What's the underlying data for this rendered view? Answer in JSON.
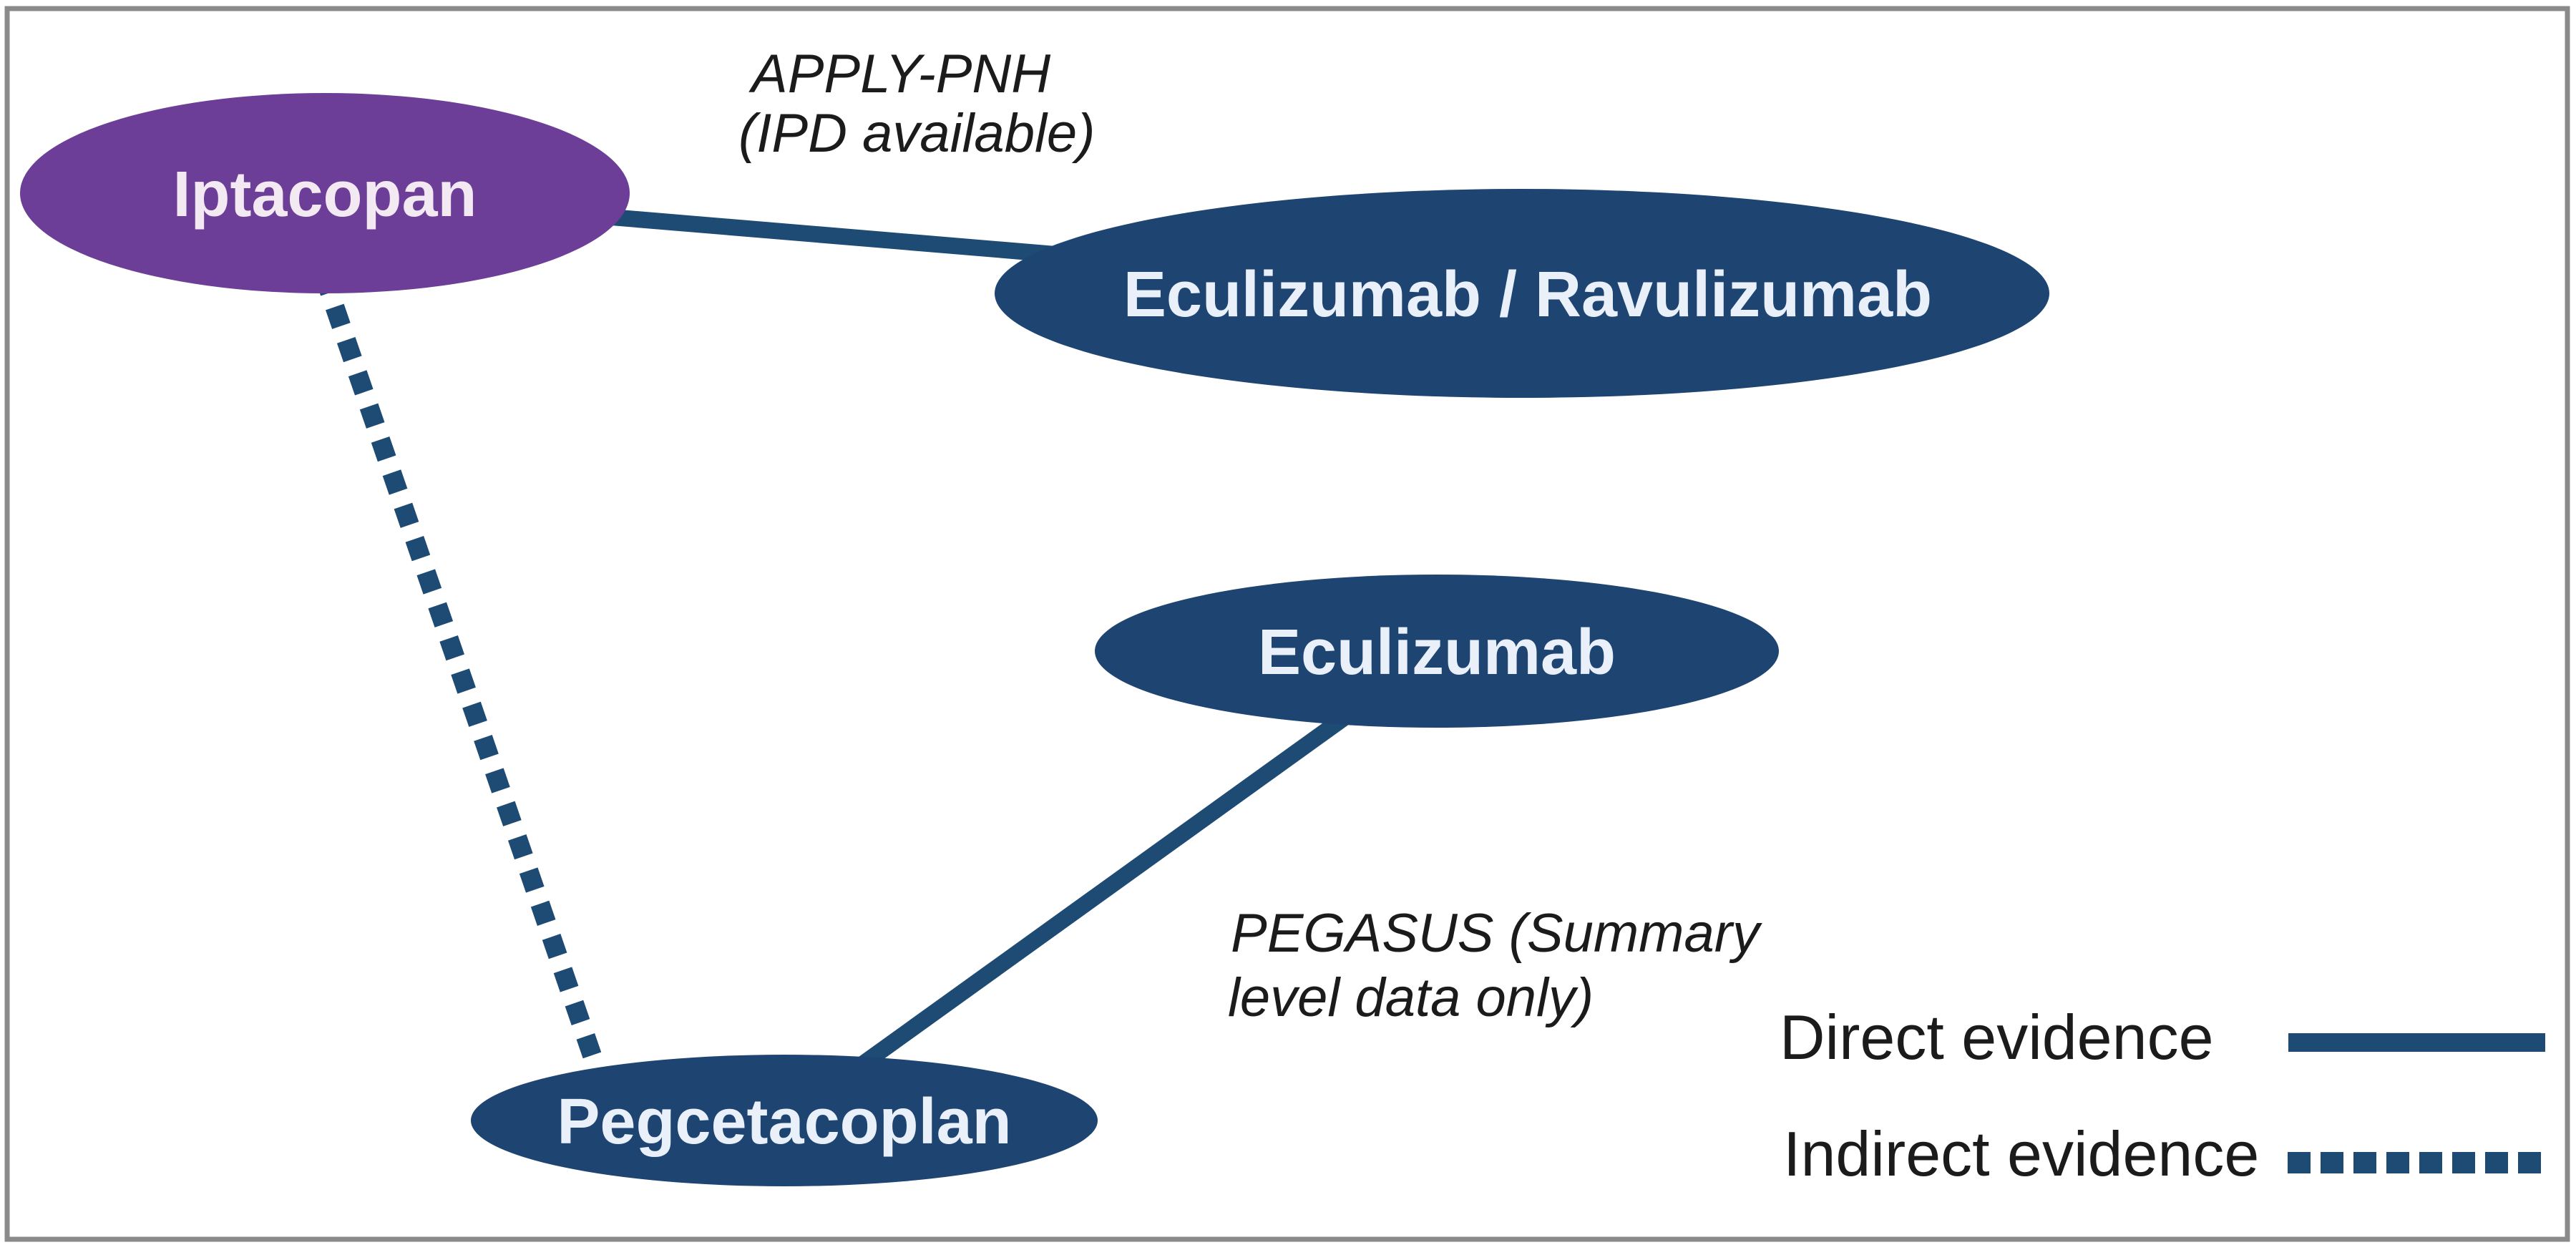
{
  "figure": {
    "type": "evidence-network-diagram",
    "nodes": [
      {
        "id": "iptacopan",
        "label": "Iptacopan"
      },
      {
        "id": "eculizumab-ravulizumab",
        "label": "Eculizumab / Ravulizumab"
      },
      {
        "id": "eculizumab",
        "label": "Eculizumab"
      },
      {
        "id": "pegcetacoplan",
        "label": "Pegcetacoplan"
      }
    ],
    "edges": [
      {
        "from": "iptacopan",
        "to": "eculizumab-ravulizumab",
        "type": "direct",
        "label_line1": "APPLY-PNH",
        "label_line2": "(IPD available)"
      },
      {
        "from": "pegcetacoplan",
        "to": "eculizumab",
        "type": "direct",
        "label_line1": "PEGASUS (Summary",
        "label_line2": "level data only)"
      },
      {
        "from": "iptacopan",
        "to": "pegcetacoplan",
        "type": "indirect",
        "label_line1": "",
        "label_line2": ""
      }
    ],
    "legend": [
      {
        "label": "Direct evidence",
        "style": "solid"
      },
      {
        "label": "Indirect evidence",
        "style": "dotted"
      }
    ],
    "colors": {
      "purple_node": "#6c3e97",
      "navy_node": "#1e4472",
      "edge_navy": "#1e4b74",
      "node_text_on_purple": "#f3e9f2",
      "node_text_on_navy": "#e9f0f9",
      "annotation_text": "#1b1b1b",
      "frame_border": "#8a8a8a"
    }
  }
}
